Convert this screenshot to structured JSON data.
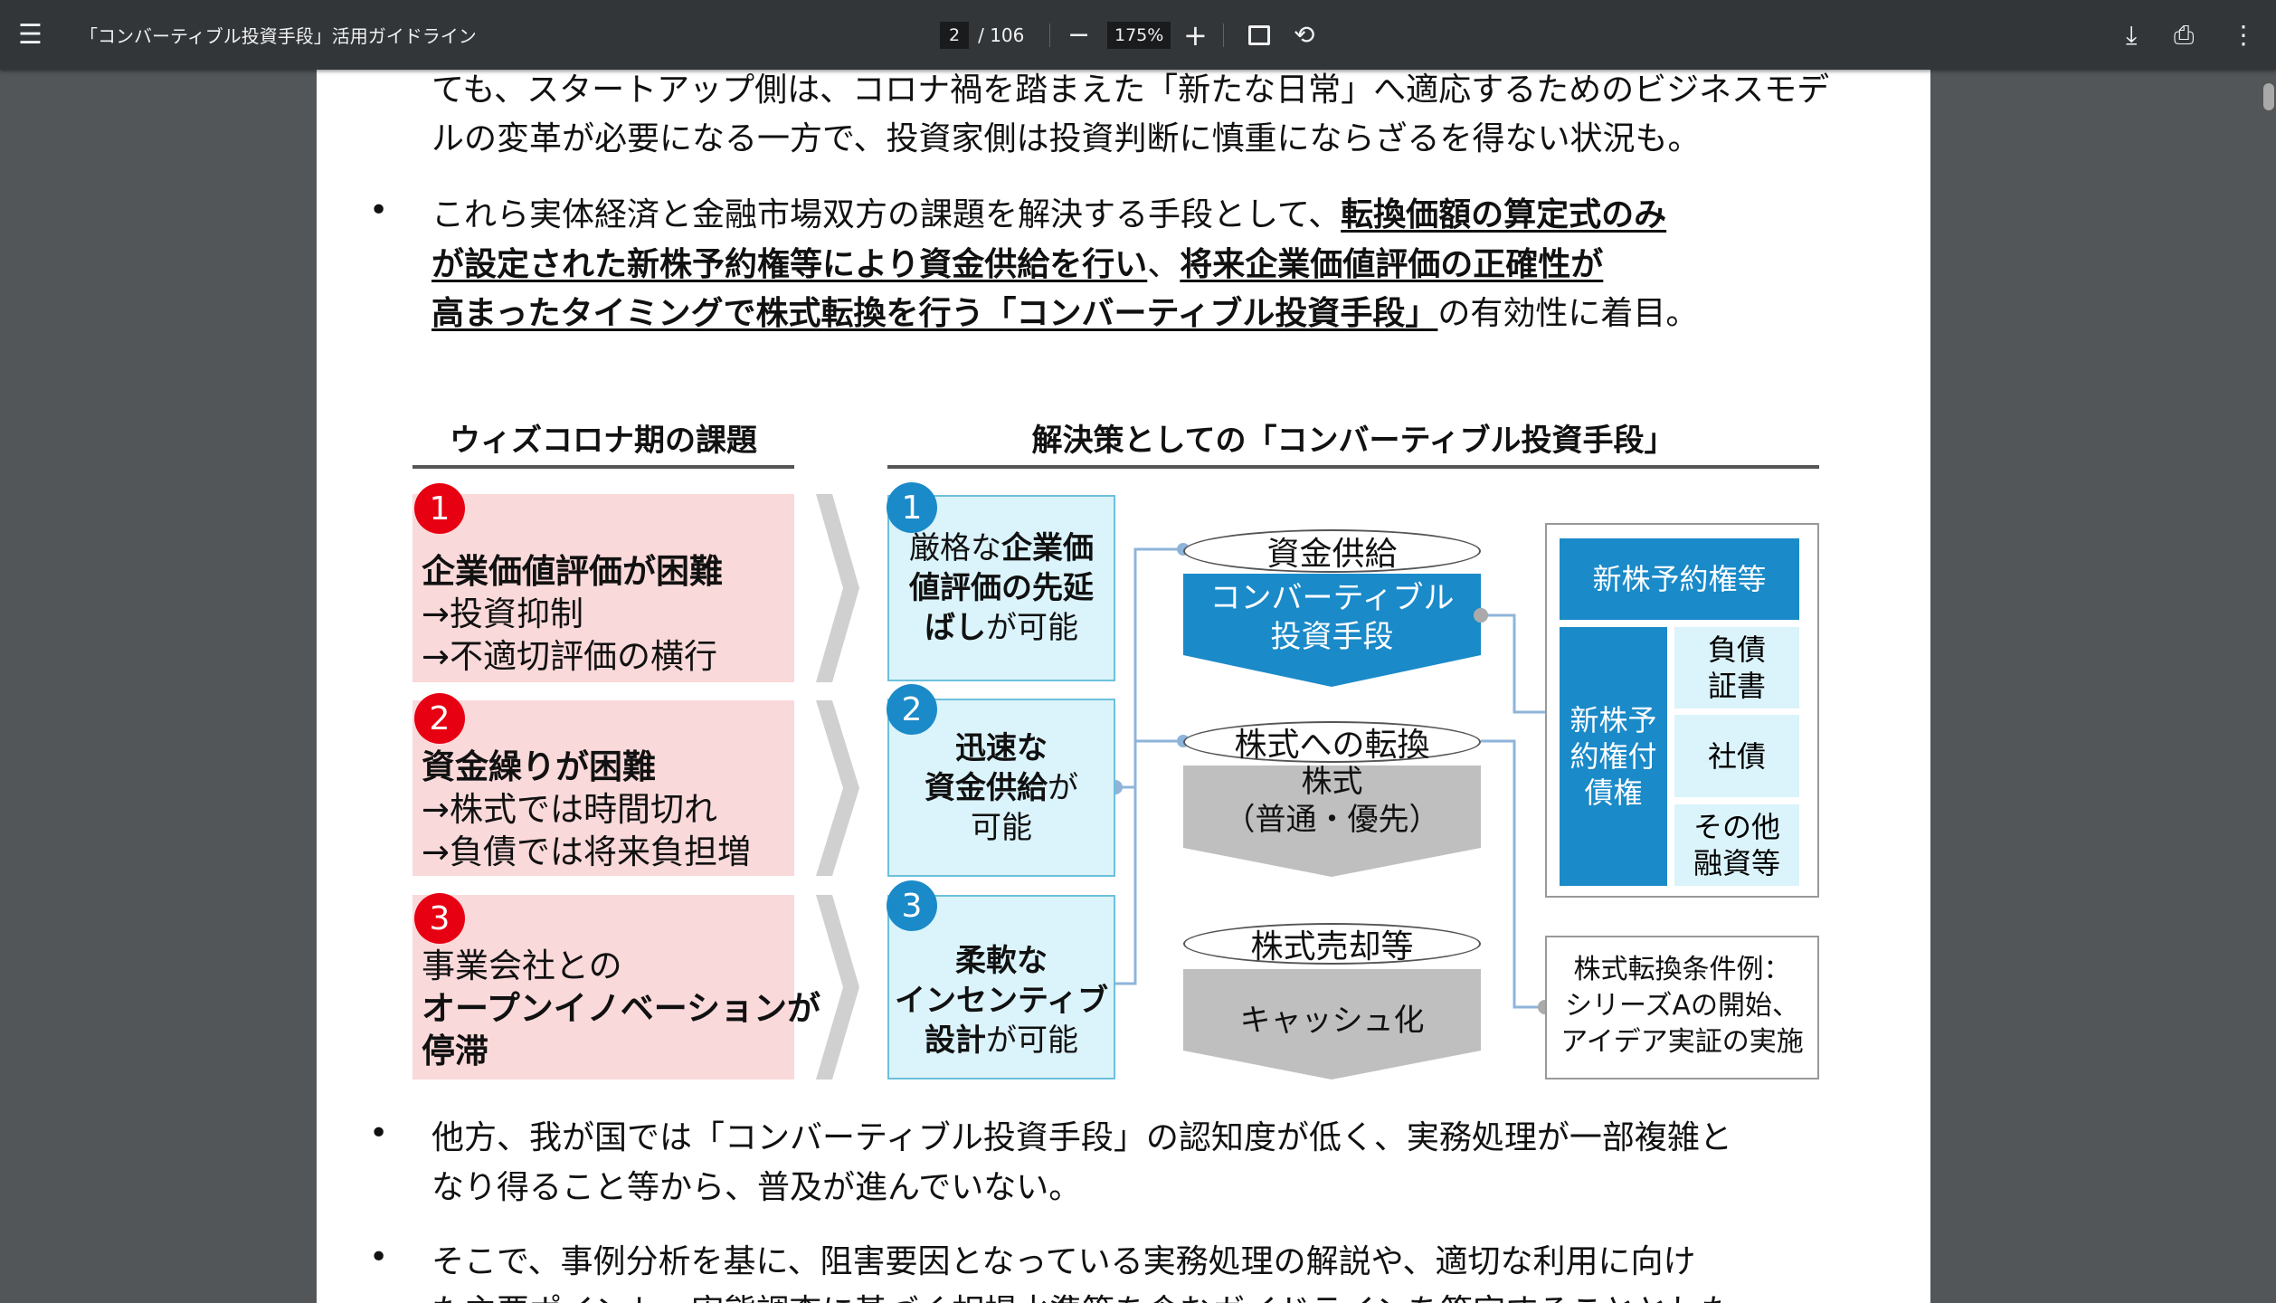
{
  "toolbar": {
    "title": "「コンバーティブル投資手段」活用ガイドライン",
    "page_current": "2",
    "page_total": "/ 106",
    "zoom": "175%",
    "icons": [
      "menu-icon",
      "zoom-out-icon",
      "zoom-in-icon",
      "fit-page-icon",
      "rotate-icon",
      "download-icon",
      "print-icon",
      "more-icon"
    ]
  },
  "body": {
    "intro_lines": [
      "ても、スタートアップ側は、コロナ禍を踏まえた「新たな日常」へ適応するためのビジネスモデ",
      "ルの変革が必要になる一方で、投資家側は投資判断に慎重にならざるを得ない状況も。"
    ],
    "bullet2": [
      {
        "plain": "これら実体経済と金融市場双方の課題を解決する手段として、",
        "bold": "転換価額の算定式のみ",
        "tail": ""
      },
      {
        "plain": "",
        "bold": "が設定された新株予約権等により資金供給を行い",
        "tail": "、",
        "bold2": "将来企業価値評価の正確性が"
      },
      {
        "plain": "",
        "bold": "高まったタイミングで株式転換を行う「コンバーティブル投資手段」",
        "tail": "の有効性に着目。"
      }
    ],
    "bullet3": [
      "他方、我が国では「コンバーティブル投資手段」の認知度が低く、実務処理が一部複雑と",
      "なり得ること等から、普及が進んでいない。"
    ],
    "bullet4": [
      "そこで、事例分析を基に、阻害要因となっている実務処理の解説や、適切な利用に向け",
      "た主要ポイント、実態調査に基づく相場水準等を含むガイドラインを策定することとした。"
    ]
  },
  "diagram": {
    "left_heading": "ウィズコロナ期の課題",
    "right_heading": "解決策としての「コンバーティブル投資手段」",
    "issues": [
      {
        "num": "1",
        "l1": "企業価値評価が困難",
        "l2": "→投資抑制",
        "l3": "→不適切評価の横行"
      },
      {
        "num": "2",
        "l1": "資金繰りが困難",
        "l2": "→株式では時間切れ",
        "l3": "→負債では将来負担増"
      },
      {
        "num": "3",
        "l1": "事業会社との",
        "l2": "オープンイノベーションが",
        "l3": "停滞"
      }
    ],
    "solutions": [
      {
        "num": "1",
        "a": "厳格な",
        "b": "企業価",
        "c": "値評価の先延",
        "d": "ばし",
        "e": "が可能"
      },
      {
        "num": "2",
        "a": "迅速な",
        "b": "資金供給",
        "c": "が",
        "d": "可能"
      },
      {
        "num": "3",
        "a": "柔軟な",
        "b": "インセンティブ",
        "c": "設計",
        "d": "が可能"
      }
    ],
    "flow": [
      {
        "label": "資金供給",
        "shape1": "コンバーティブル",
        "shape2": "投資手段"
      },
      {
        "label": "株式への転換",
        "shape1": "株式",
        "shape2": "（普通・優先）"
      },
      {
        "label": "株式売却等",
        "shape1": "キャッシュ化",
        "shape2": ""
      }
    ],
    "instruments": {
      "top": "新株予約権等",
      "left": "新株予\n約権付\n債権",
      "cells": [
        "負債\n証書",
        "社債",
        "その他\n融資等"
      ]
    },
    "example": [
      "株式転換条件例：",
      "シリーズAの開始、",
      "アイデア実証の実施"
    ],
    "colors": {
      "red": "#e60012",
      "blue": "#1a8ac9",
      "pink": "#fad9da",
      "cyan": "#dbf3fa",
      "gray": "#bfbfbf"
    }
  }
}
